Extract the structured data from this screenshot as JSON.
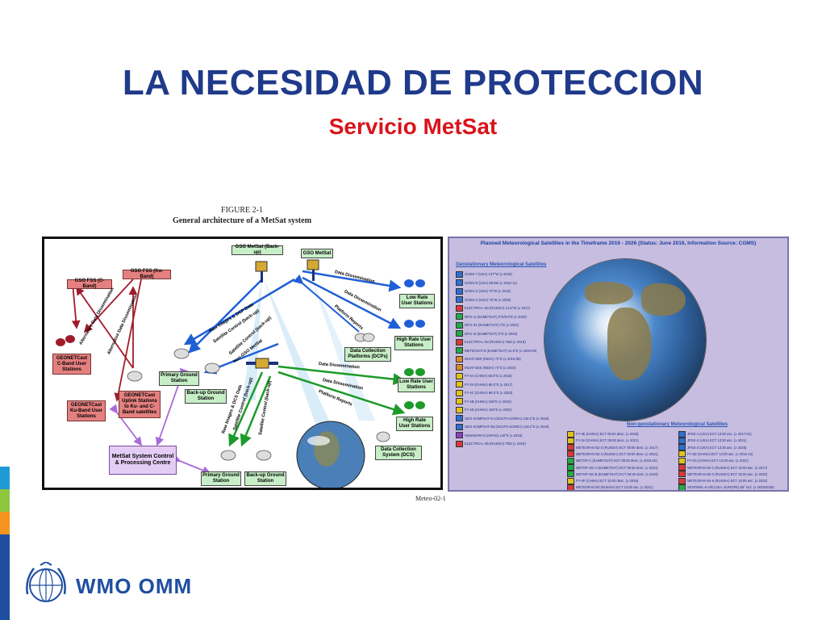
{
  "slide": {
    "title": "LA NECESIDAD DE PROTECCION",
    "subtitle": "Servicio MetSat",
    "figure_number": "FIGURE 2-1",
    "figure_caption": "General architecture of a MetSat system",
    "figure_ref": "Meteo-02-1",
    "logo_text": "WMO OMM",
    "colors": {
      "title": "#1f3a8a",
      "subtitle": "#d9131a",
      "logo": "#1f4ea1",
      "panel_bg": "#c6bde0"
    }
  },
  "diagram": {
    "boxes": {
      "gso_metsat_backup": "GSO MetSat (Back-up)",
      "gso_metsat": "GSO MetSat",
      "gso_fss_ku": "GSO FSS (Ku-Band)",
      "gso_fss_c": "GSO FSS (C-Band)",
      "geonetcast_cband": "GEONETCast C-Band User Stations",
      "geonetcast_uplink": "GEONETCast Uplink Stations to Ku- and C-Band satellites",
      "geonetcast_ku": "GEONETCast Ku-Band User Stations",
      "primary_ground_1": "Primary Ground Station",
      "backup_ground_1": "Back-up Ground Station",
      "non_gso": "Non-GSO MetSat",
      "low_rate_1": "Low Rate User Stations",
      "high_rate_1": "High Rate User Stations",
      "dcp": "Data Collection Platforms (DCPs)",
      "low_rate_2": "Low Rate User Stations",
      "high_rate_2": "High Rate User Stations",
      "dcs": "Data Collection System (DCS)",
      "control_centre": "MetSat System Control & Processing Centre",
      "primary_ground_2": "Primary Ground Station",
      "backup_ground_2": "Back-up Ground Station"
    },
    "links": {
      "data_dissemination_1": "Data Dissemination",
      "data_dissemination_2": "Data Dissemination",
      "platform_reports_1": "Platform Reports",
      "raw_images": "Raw Images & DCP Data",
      "satellite_control_1": "Satellite Control (back-up)",
      "satellite_control_2": "Satellite Control (back-up)",
      "alt_dissemination": "Alternative Data Dissemination",
      "alt_dissemination_2": "Alternative Data Dissemination",
      "data_dissemination_3": "Data Dissemination",
      "data_dissemination_4": "Data Dissemination",
      "platform_reports_2": "Platform Reports",
      "raw_images_2": "Raw Images & DCS Data",
      "satellite_control_3": "Satellite Control (back-up)",
      "satellite_control_4": "Satellite Control (back-up)"
    }
  },
  "panel": {
    "title": "Planned Meteorological Satellites in the Timeframe 2016 - 2026 (Status: June 2016, Information Source: CGMS)",
    "geo_heading": "Geostationary Meteorological Satellites",
    "nongeo_heading": "Non-geostationary Meteorological Satellites",
    "geo_list": [
      {
        "text": "GOES-7 (USA) 137°W (≥ 2019)",
        "color": "#2f6fd0"
      },
      {
        "text": "GOES-R (USA) 89.5W (≥ 2016-11)",
        "color": "#2f6fd0"
      },
      {
        "text": "GOES-S (USA) 75°W (≥ 2018)",
        "color": "#2f6fd0"
      },
      {
        "text": "GOES-U (USA) 75°W (≥ 2025)",
        "color": "#2f6fd0"
      },
      {
        "text": "ELECTRO-L N3 (RUSSIA) 14.5°W (≥ 2017)",
        "color": "#d63a3a"
      },
      {
        "text": "MTG-I1 (EUMETSAT) 0°E/9.5°E (≥ 2020)",
        "color": "#25a84a"
      },
      {
        "text": "MTG-S1 (EUMETSAT) 0°E (≥ 2022)",
        "color": "#25a84a"
      },
      {
        "text": "MTG-I2 (EUMETSAT) 0°E (≥ 2022)",
        "color": "#25a84a"
      },
      {
        "text": "ELECTRO-L N4 (RUSSIA) TBD (≥ 2019)",
        "color": "#d63a3a"
      },
      {
        "text": "METEOSAT-8 (EUMETSAT) 41.5°E (≥ 2016-09)",
        "color": "#25a84a"
      },
      {
        "text": "INSAT-3DR (INDIA) 74°E (≥ 2016-08)",
        "color": "#d98a2b"
      },
      {
        "text": "INSAT-3DS (INDIA) 74°E (≥ 2022)",
        "color": "#d98a2b"
      },
      {
        "text": "FY-4A (CHINA) 86.5°E (≥ 2016)",
        "color": "#e0c21f"
      },
      {
        "text": "FY-2H (CHINA) 86.5°E (≥ 2017)",
        "color": "#e0c21f"
      },
      {
        "text": "FY-4C (CHINA) 86.5°E (≥ 2020)",
        "color": "#e0c21f"
      },
      {
        "text": "FY-4B (CHINA) 105°E (≥ 2018)",
        "color": "#e0c21f"
      },
      {
        "text": "FY-4D (CHINA) 105°E (≥ 2020)",
        "color": "#e0c21f"
      },
      {
        "text": "GEO-KOMPSAT-2A (SOUTH KOREA) 128.2°E (≥ 2018)",
        "color": "#2f6fd0"
      },
      {
        "text": "GEO-KOMPSAT-2B (SOUTH KOREA) 128.2°E (≥ 2019)",
        "color": "#2f6fd0"
      },
      {
        "text": "HIMAWARI-9 (JAPAN) 140°E (≥ 2016)",
        "color": "#8a3ec2"
      },
      {
        "text": "ELECTRO-L N5 (RUSSIA) TBD (≥ 2019)",
        "color": "#d63a3a"
      }
    ],
    "nongeo_col1": [
      {
        "text": "FY-3E (CHINA) ECT 06:00 desc. (≥ 2018)",
        "color": "#e0c21f"
      },
      {
        "text": "FY-3H (CHINA) ECT 06:00 desc. (≥ 2021)",
        "color": "#e0c21f"
      },
      {
        "text": "METEOR-M N2-2 (RUSSIA) ECT 09:00 desc. (≥ 2017)",
        "color": "#d63a3a"
      },
      {
        "text": "METEOR-M N2-4 (RUSSIA) ECT 09:00 desc. (≥ 2021)",
        "color": "#d63a3a"
      },
      {
        "text": "METOP-C (EUMETSAT) ECT 09:30 desc. (≥ 2018-10)",
        "color": "#25a84a"
      },
      {
        "text": "METOP-SG-A (EUMETSAT) ECT 09:30 desc. (≥ 2021)",
        "color": "#25a84a"
      },
      {
        "text": "METOP-SG-B (EUMETSAT) ECT 09:30 desc. (≥ 2023)",
        "color": "#25a84a"
      },
      {
        "text": "FY-3F (CHINA) ECT 10:00 desc. (≥ 2019)",
        "color": "#e0c21f"
      },
      {
        "text": "METEOR-M N3 (RUSSIA) ECT 12:00 asc. (≥ 2021)",
        "color": "#d63a3a"
      }
    ],
    "nongeo_col2": [
      {
        "text": "JPSS-1 (USA) ECT 13:30 asc. (≥ 2017-01)",
        "color": "#2f6fd0"
      },
      {
        "text": "JPSS-2 (USA) ECT 13:30 asc. (≥ 2021)",
        "color": "#2f6fd0"
      },
      {
        "text": "JPSS-3 (USA) ECT 13:30 asc. (≥ 2026)",
        "color": "#2f6fd0"
      },
      {
        "text": "FY-3D (CHINA) ECT 14:00 asc. (≥ 2016-12)",
        "color": "#e0c21f"
      },
      {
        "text": "FY-3G (CHINA) ECT 14:00 asc. (≥ 2021)",
        "color": "#e0c21f"
      },
      {
        "text": "METEOR-M N2-1 (RUSSIA) ECT 15:00 asc. (≥ 2017)",
        "color": "#d63a3a"
      },
      {
        "text": "METEOR-M N2-3 (RUSSIA) ECT 15:00 asc. (≥ 2020)",
        "color": "#d63a3a"
      },
      {
        "text": "METEOR-M N2-5 (RUSSIA) ECT 15:00 asc. (≥ 2022)",
        "color": "#d63a3a"
      },
      {
        "text": "SENTINEL-6 A/B (USA, EUROPE) 66° incl. (≥ 2020/2025)",
        "color": "#25a84a"
      }
    ]
  }
}
